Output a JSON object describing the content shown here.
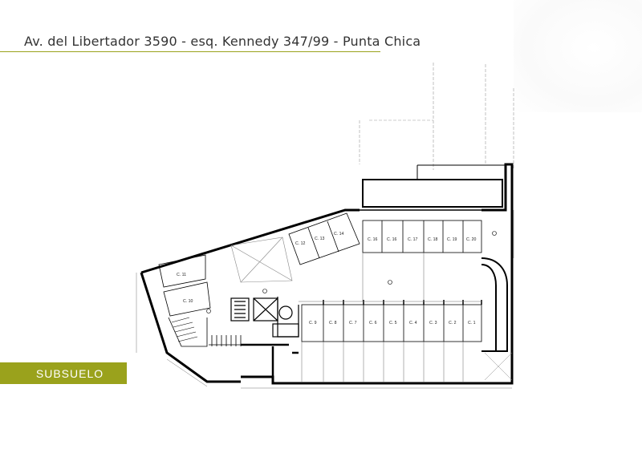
{
  "header": {
    "title": "Av. del Libertador 3590 - esq. Kennedy 347/99 - Punta Chica"
  },
  "section": {
    "label": "SUBSUELO"
  },
  "plan": {
    "lower_spaces": [
      "C. 9",
      "C. 8",
      "C. 7",
      "C. 6",
      "C. 5",
      "C. 4",
      "C. 3",
      "C. 2",
      "C. 1"
    ],
    "upper_spaces": [
      "C. 16",
      "C. 16",
      "C. 17",
      "C. 18",
      "C. 19",
      "C. 20"
    ],
    "angled_spaces": [
      "C. 12",
      "C. 13",
      "C. 14"
    ],
    "left_spaces": [
      "C. 11",
      "C. 10"
    ]
  },
  "colors": {
    "accent": "#9aa21c",
    "wall": "#000000",
    "line": "#444444"
  }
}
